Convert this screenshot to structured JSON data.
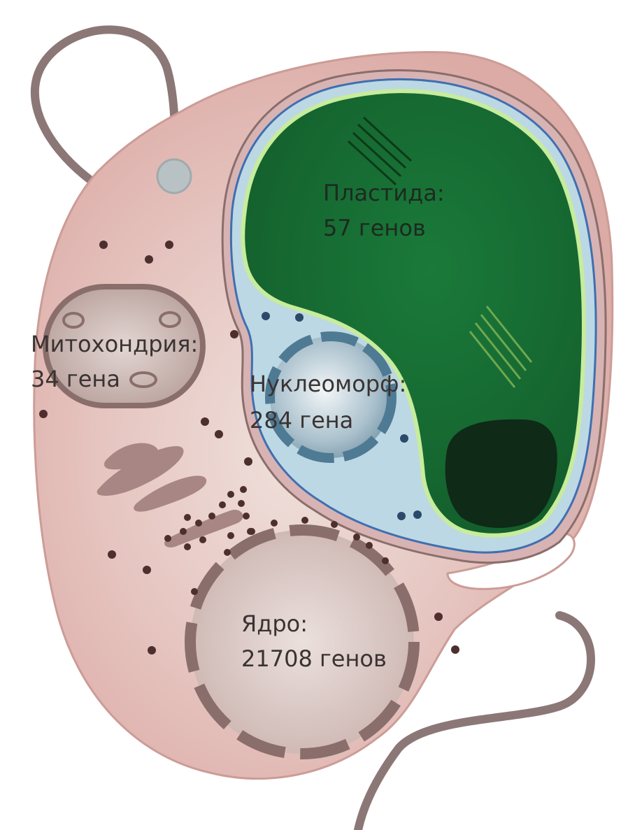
{
  "labels": {
    "plastid": {
      "name": "Пластида:",
      "genes": "57 генов"
    },
    "mitochondrion": {
      "name": "Митохондрия:",
      "genes": "34 гена"
    },
    "nucleomorph": {
      "name": "Нуклеоморф:",
      "genes": "284 гена"
    },
    "nucleus": {
      "name": "Ядро:",
      "genes": "21708 генов"
    }
  },
  "colors": {
    "cytoplasm": "#e3b8b3",
    "cytoplasm_outline": "#cc9c97",
    "plastid_stroma": "#176b33",
    "pyrenoid": "#0f2a17",
    "periplastid": "#bcd8e4",
    "nucleomorph": "#9fb7c4",
    "nucleus": "#d8c6c2",
    "mitochondrion": "#c3aca7",
    "organelle_stroke": "#8a6e6b",
    "flagellum": "#8c7777"
  }
}
